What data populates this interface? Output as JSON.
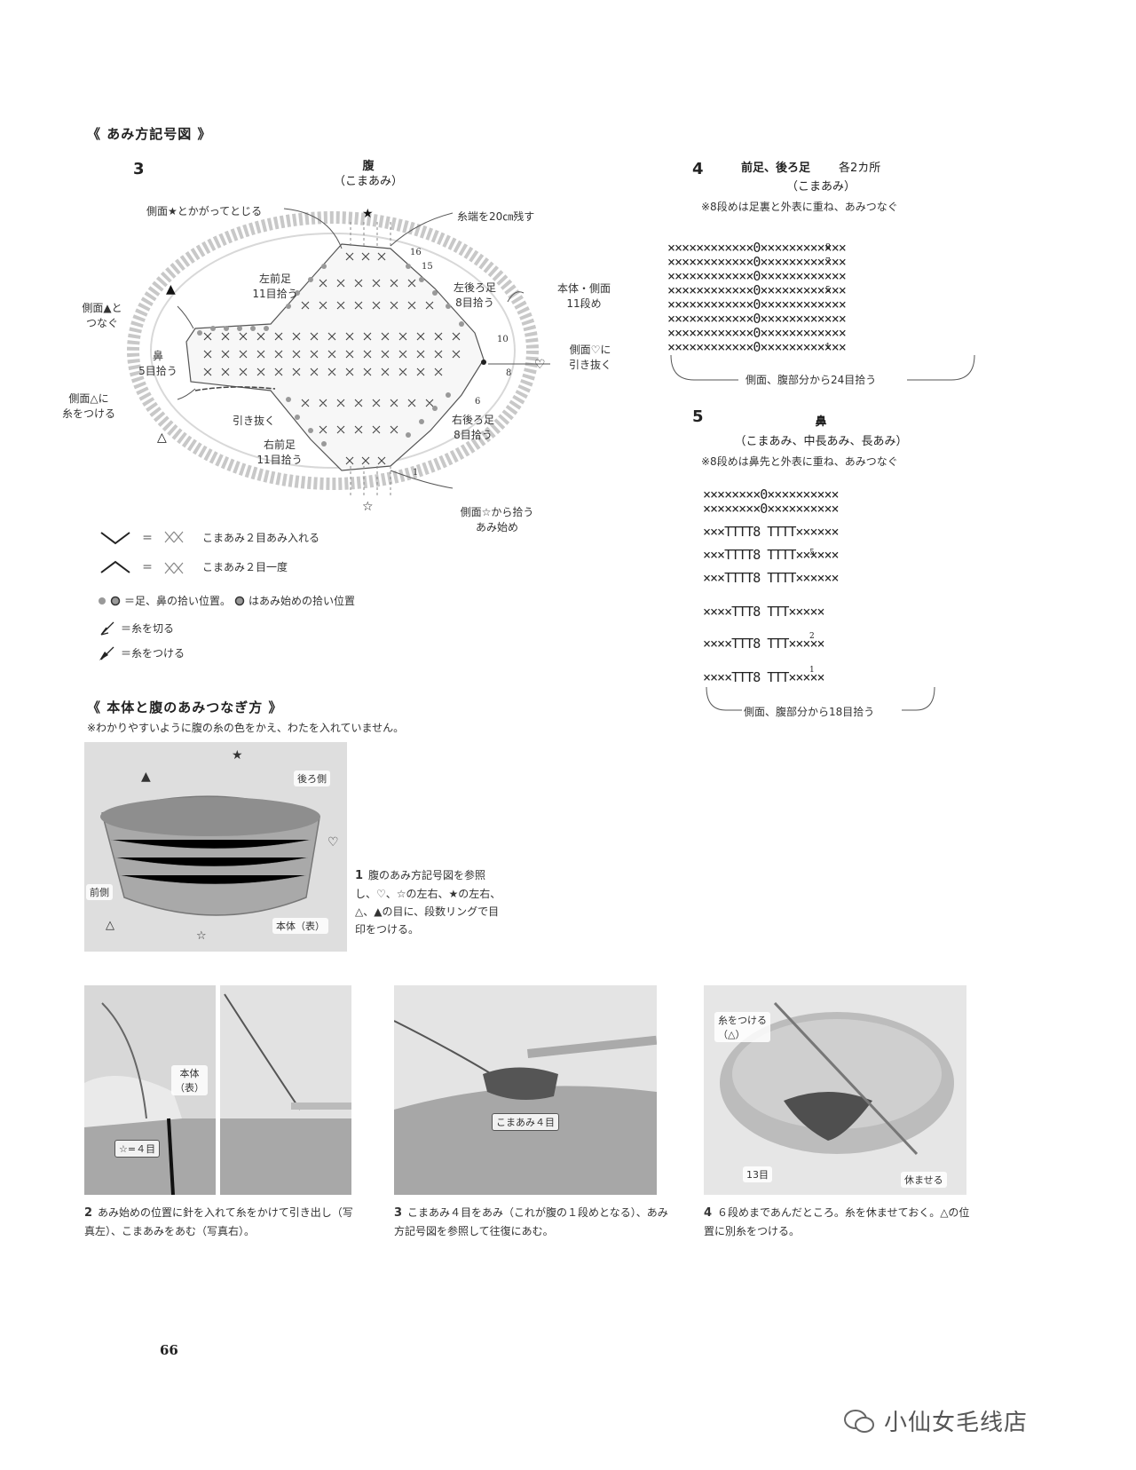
{
  "header": {
    "chart_symbols_title": "《 あみ方記号図 》"
  },
  "diagram3": {
    "number": "3",
    "title": "腹",
    "subtitle": "（こまあみ）",
    "labels": {
      "side_star": "側面★とかがってとじる",
      "yarn_end": "糸端を20㎝残す",
      "left_front": "左前足\n11目拾う",
      "left_back": "左後ろ足\n8目拾う",
      "body_side": "本体・側面\n11段め",
      "side_triangle_filled": "側面▲と\nつなぐ",
      "nose": "鼻\n5目拾う",
      "side_heart": "側面♡に\n引き抜く",
      "side_triangle_open": "側面△に\n糸をつける",
      "slip": "引き抜く",
      "right_back": "右後ろ足\n8目拾う",
      "right_front": "右前足\n11目拾う",
      "side_star_open": "側面☆から拾う\nあみ始め"
    },
    "markers": {
      "star_filled": "★",
      "star_open": "☆",
      "tri_filled": "▲",
      "tri_open": "△",
      "heart": "♡"
    },
    "row_numbers": [
      "16",
      "15",
      "10",
      "8",
      "6",
      "1"
    ]
  },
  "legend": {
    "inc": "こまあみ２目あみ入れる",
    "dec": "こまあみ２目一度",
    "pickup": "＝足、鼻の拾い位置。",
    "pickup2": "はあみ始めの拾い位置",
    "cut": "＝糸を切る",
    "attach": "＝糸をつける",
    "eq": "＝"
  },
  "diagram4": {
    "number": "4",
    "title": "前足、後ろ足",
    "count": "各2カ所",
    "subtitle": "（こまあみ）",
    "note": "※8段めは足裏と外表に重ね、あみつなぐ",
    "footer": "側面、腹部分から24目拾う",
    "rows": [
      "××××××××××××0××××××××××××",
      "××××××××××××0××××××××××××",
      "××××××××××××0××××××××××××",
      "××××××××××××0××××××××××××",
      "××××××××××××0××××××××××××",
      "××××××××××××0××××××××××××",
      "××××××××××××0××××××××××××",
      "××××××××××××0××××××××××××"
    ],
    "row_numbers": [
      "8",
      "7",
      "5",
      "1"
    ]
  },
  "diagram5": {
    "number": "5",
    "title": "鼻",
    "subtitle": "（こまあみ、中長あみ、長あみ）",
    "note": "※8段めは鼻先と外表に重ね、あみつなぐ",
    "footer": "側面、腹部分から18目拾う",
    "rows": [
      "××××××××0××××××××××",
      "××××××××0××××××××××",
      "×××TTTT8 TTTT××××××",
      "×××TTTT8 TTTT××××××",
      "×××TTTT8 TTTT××××××",
      "××××TTT8 TTT×××××",
      "××××TTT8 TTT×××××",
      "××××TTT8 TTT×××××"
    ],
    "row_numbers": [
      "5",
      "2",
      "1"
    ]
  },
  "joining": {
    "title": "《 本体と腹のあみつなぎ方 》",
    "note": "※わかりやすいように腹の糸の色をかえ、わたを入れていません。",
    "photo1_labels": {
      "star": "★",
      "tri": "▲",
      "back": "後ろ側",
      "heart": "♡",
      "front": "前側",
      "tri_open": "△",
      "star_open": "☆",
      "body": "本体（表）"
    },
    "step1_num": "1",
    "step1_text": "腹のあみ方記号図を参照し、♡、☆の左右、★の左右、△、▲の目に、段数リングで目印をつける。",
    "photo2_labels": {
      "body": "本体\n（表）",
      "star4": "☆=４目"
    },
    "step2_num": "2",
    "step2_text": "あみ始めの位置に針を入れて糸をかけて引き出し（写真左）、こまあみをあむ（写真右）。",
    "photo3_labels": {
      "sc4": "こまあみ４目"
    },
    "step3_num": "3",
    "step3_text": "こまあみ４目をあみ（これが腹の１段めとなる）、あみ方記号図を参照して往復にあむ。",
    "photo4_labels": {
      "attach": "糸をつける\n（△）",
      "r13": "13目",
      "rest": "休ませる"
    },
    "step4_num": "4",
    "step4_text": "６段めまであんだところ。糸を休ませておく。△の位置に別糸をつける。"
  },
  "footer": {
    "page": "66",
    "watermark": "小仙女毛线店"
  }
}
